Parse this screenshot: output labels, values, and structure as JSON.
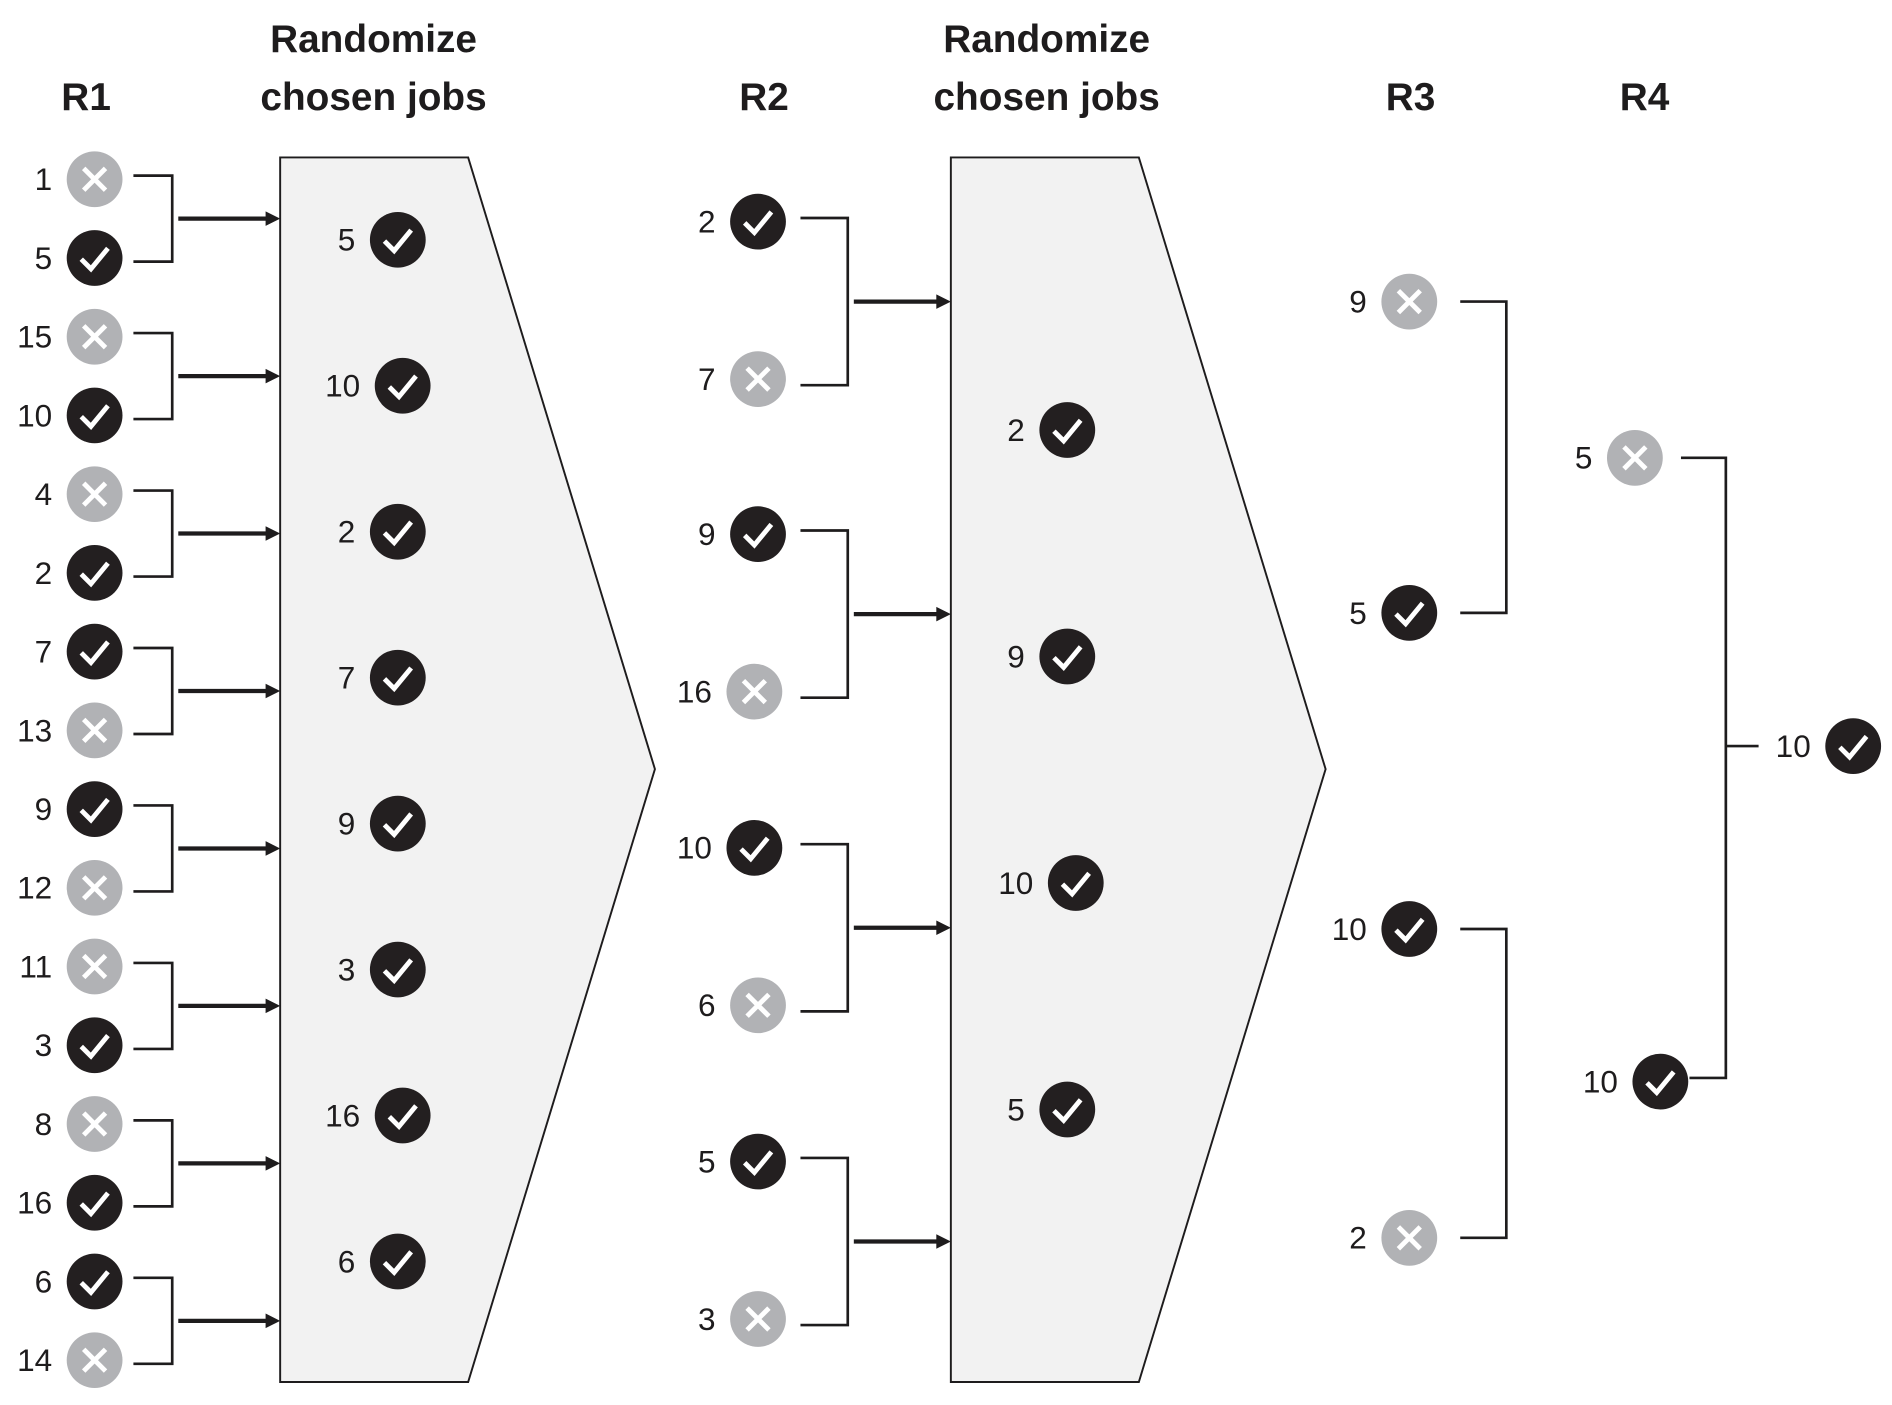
{
  "headers": {
    "r1": "R1",
    "randomize1_line1": "Randomize",
    "randomize1_line2": "chosen jobs",
    "r2": "R2",
    "randomize2_line1": "Randomize",
    "randomize2_line2": "chosen jobs",
    "r3": "R3",
    "r4": "R4"
  },
  "colors": {
    "winner": "#231f20",
    "loser": "#b1b2b5",
    "funnel_fill": "#f2f2f2"
  },
  "round1": {
    "matches": [
      [
        {
          "job": "1",
          "status": "lose"
        },
        {
          "job": "5",
          "status": "win"
        }
      ],
      [
        {
          "job": "15",
          "status": "lose"
        },
        {
          "job": "10",
          "status": "win"
        }
      ],
      [
        {
          "job": "4",
          "status": "lose"
        },
        {
          "job": "2",
          "status": "win"
        }
      ],
      [
        {
          "job": "7",
          "status": "win"
        },
        {
          "job": "13",
          "status": "lose"
        }
      ],
      [
        {
          "job": "9",
          "status": "win"
        },
        {
          "job": "12",
          "status": "lose"
        }
      ],
      [
        {
          "job": "11",
          "status": "lose"
        },
        {
          "job": "3",
          "status": "win"
        }
      ],
      [
        {
          "job": "8",
          "status": "lose"
        },
        {
          "job": "16",
          "status": "win"
        }
      ],
      [
        {
          "job": "6",
          "status": "win"
        },
        {
          "job": "14",
          "status": "lose"
        }
      ]
    ]
  },
  "randomize1": {
    "chosen": [
      {
        "job": "5",
        "status": "win"
      },
      {
        "job": "10",
        "status": "win"
      },
      {
        "job": "2",
        "status": "win"
      },
      {
        "job": "7",
        "status": "win"
      },
      {
        "job": "9",
        "status": "win"
      },
      {
        "job": "3",
        "status": "win"
      },
      {
        "job": "16",
        "status": "win"
      },
      {
        "job": "6",
        "status": "win"
      }
    ]
  },
  "round2": {
    "matches": [
      [
        {
          "job": "2",
          "status": "win"
        },
        {
          "job": "7",
          "status": "lose"
        }
      ],
      [
        {
          "job": "9",
          "status": "win"
        },
        {
          "job": "16",
          "status": "lose"
        }
      ],
      [
        {
          "job": "10",
          "status": "win"
        },
        {
          "job": "6",
          "status": "lose"
        }
      ],
      [
        {
          "job": "5",
          "status": "win"
        },
        {
          "job": "3",
          "status": "lose"
        }
      ]
    ]
  },
  "randomize2": {
    "chosen": [
      {
        "job": "2",
        "status": "win"
      },
      {
        "job": "9",
        "status": "win"
      },
      {
        "job": "10",
        "status": "win"
      },
      {
        "job": "5",
        "status": "win"
      }
    ]
  },
  "round3": {
    "matches": [
      [
        {
          "job": "9",
          "status": "lose"
        },
        {
          "job": "5",
          "status": "win"
        }
      ],
      [
        {
          "job": "10",
          "status": "win"
        },
        {
          "job": "2",
          "status": "lose"
        }
      ]
    ]
  },
  "round4": {
    "matches": [
      [
        {
          "job": "5",
          "status": "lose"
        },
        {
          "job": "10",
          "status": "win"
        }
      ]
    ]
  },
  "final": {
    "job": "10",
    "status": "win"
  }
}
